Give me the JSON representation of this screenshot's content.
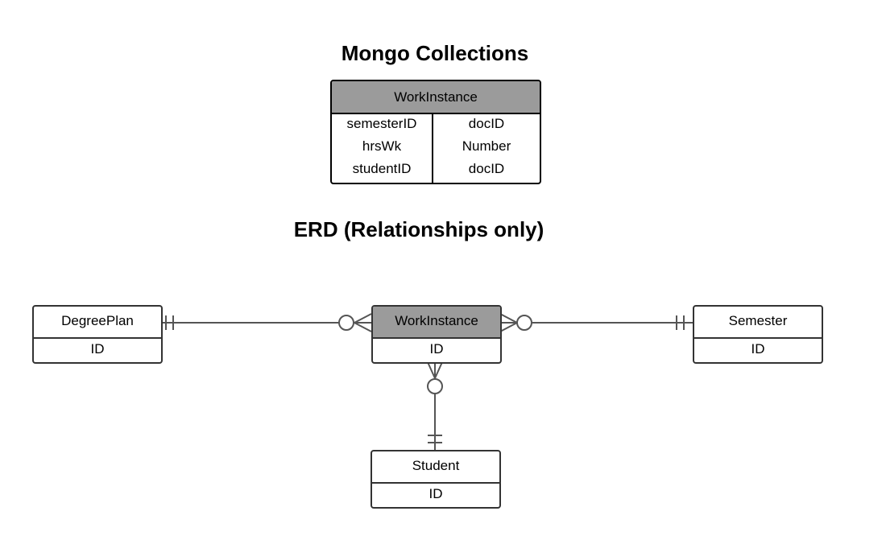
{
  "titles": {
    "mongo": "Mongo Collections",
    "erd": "ERD (Relationships only)"
  },
  "collection": {
    "name": "WorkInstance",
    "fields": [
      {
        "name": "semesterID",
        "type": "docID"
      },
      {
        "name": "hrsWk",
        "type": "Number"
      },
      {
        "name": "studentID",
        "type": "docID"
      }
    ]
  },
  "erd": {
    "entities": {
      "degreeplan": {
        "name": "DegreePlan",
        "key": "ID"
      },
      "workinstance": {
        "name": "WorkInstance",
        "key": "ID"
      },
      "semester": {
        "name": "Semester",
        "key": "ID"
      },
      "student": {
        "name": "Student",
        "key": "ID"
      }
    },
    "colors": {
      "line": "#555555",
      "highlight_header": "#9b9b9b"
    }
  }
}
